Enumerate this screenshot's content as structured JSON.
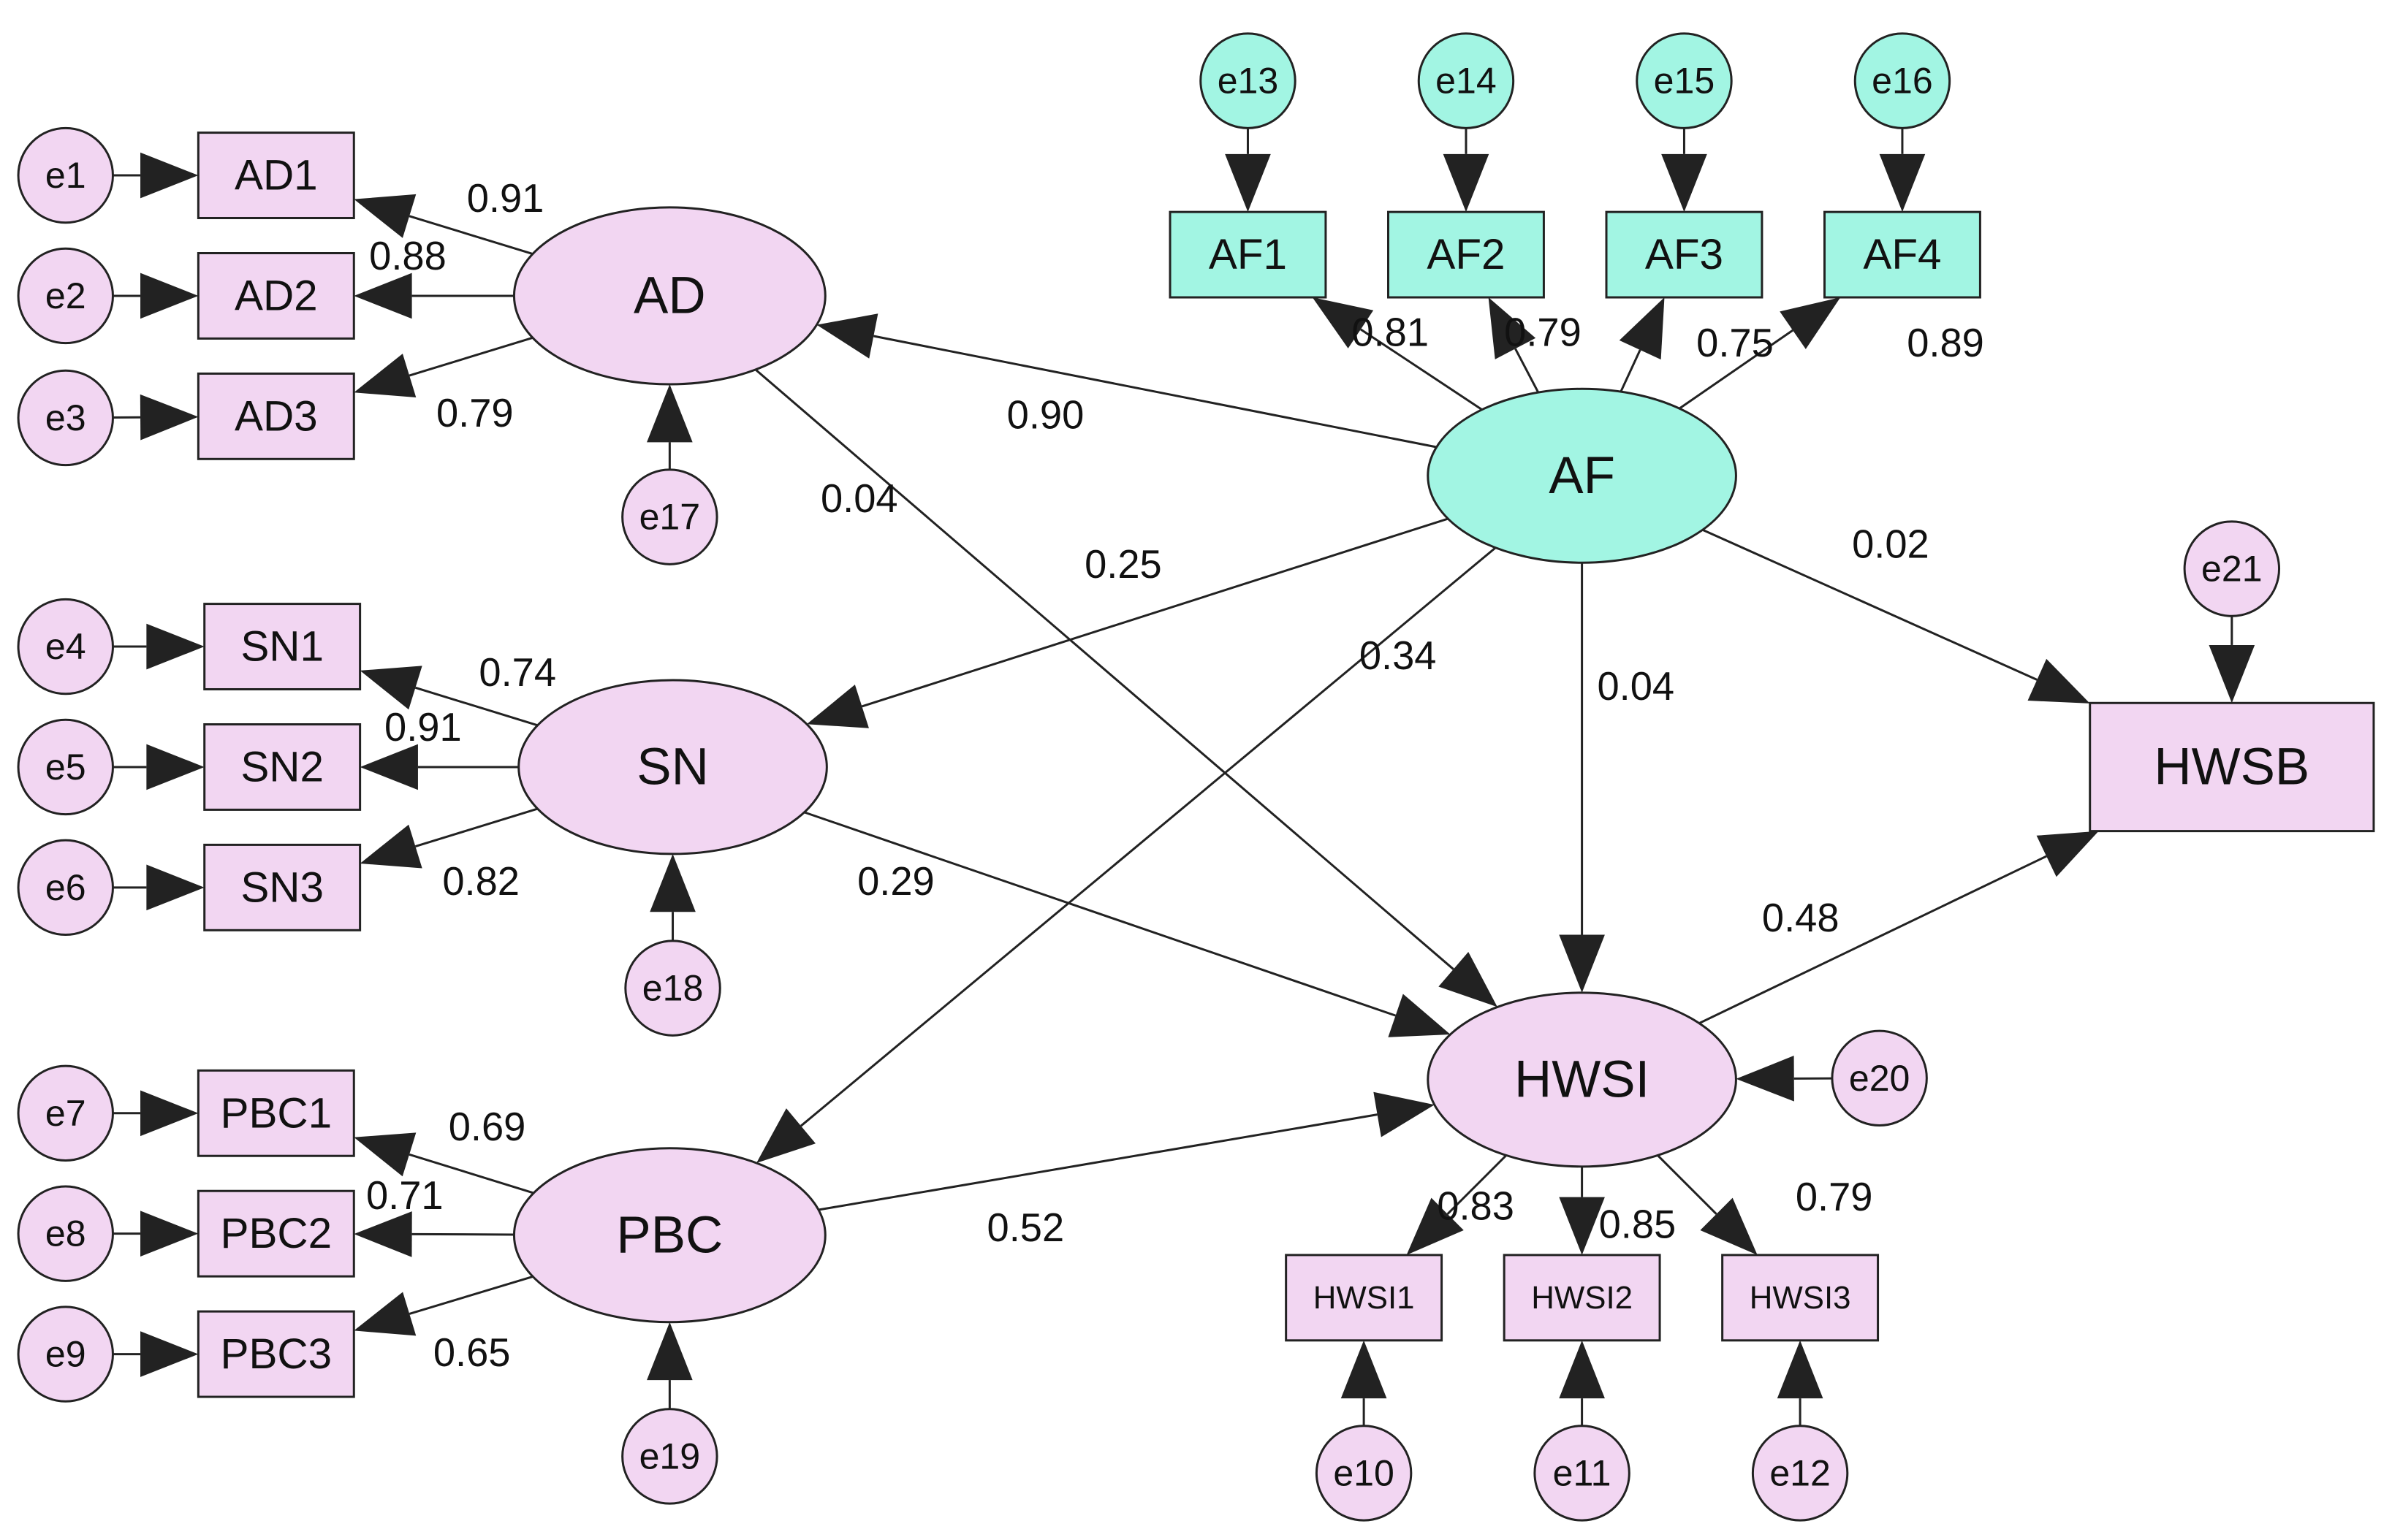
{
  "colors": {
    "pink_fill": "#F2D6F2",
    "teal_fill": "#A2F5E3",
    "stroke": "#222222",
    "text": "#111111"
  },
  "nodes": [
    {
      "id": "AD",
      "label": "AD",
      "kind": "latent",
      "fill": "pink"
    },
    {
      "id": "SN",
      "label": "SN",
      "kind": "latent",
      "fill": "pink"
    },
    {
      "id": "PBC",
      "label": "PBC",
      "kind": "latent",
      "fill": "pink"
    },
    {
      "id": "AF",
      "label": "AF",
      "kind": "latent",
      "fill": "teal"
    },
    {
      "id": "HWSI",
      "label": "HWSI",
      "kind": "latent",
      "fill": "pink"
    },
    {
      "id": "HWSB",
      "label": "HWSB",
      "kind": "observed",
      "fill": "pink"
    },
    {
      "id": "AD1",
      "label": "AD1",
      "kind": "observed",
      "fill": "pink"
    },
    {
      "id": "AD2",
      "label": "AD2",
      "kind": "observed",
      "fill": "pink"
    },
    {
      "id": "AD3",
      "label": "AD3",
      "kind": "observed",
      "fill": "pink"
    },
    {
      "id": "SN1",
      "label": "SN1",
      "kind": "observed",
      "fill": "pink"
    },
    {
      "id": "SN2",
      "label": "SN2",
      "kind": "observed",
      "fill": "pink"
    },
    {
      "id": "SN3",
      "label": "SN3",
      "kind": "observed",
      "fill": "pink"
    },
    {
      "id": "PBC1",
      "label": "PBC1",
      "kind": "observed",
      "fill": "pink"
    },
    {
      "id": "PBC2",
      "label": "PBC2",
      "kind": "observed",
      "fill": "pink"
    },
    {
      "id": "PBC3",
      "label": "PBC3",
      "kind": "observed",
      "fill": "pink"
    },
    {
      "id": "AF1",
      "label": "AF1",
      "kind": "observed",
      "fill": "teal"
    },
    {
      "id": "AF2",
      "label": "AF2",
      "kind": "observed",
      "fill": "teal"
    },
    {
      "id": "AF3",
      "label": "AF3",
      "kind": "observed",
      "fill": "teal"
    },
    {
      "id": "AF4",
      "label": "AF4",
      "kind": "observed",
      "fill": "teal"
    },
    {
      "id": "HWSI1",
      "label": "HWSI1",
      "kind": "observed",
      "fill": "pink"
    },
    {
      "id": "HWSI2",
      "label": "HWSI2",
      "kind": "observed",
      "fill": "pink"
    },
    {
      "id": "HWSI3",
      "label": "HWSI3",
      "kind": "observed",
      "fill": "pink"
    },
    {
      "id": "e1",
      "label": "e1",
      "kind": "error",
      "fill": "pink"
    },
    {
      "id": "e2",
      "label": "e2",
      "kind": "error",
      "fill": "pink"
    },
    {
      "id": "e3",
      "label": "e3",
      "kind": "error",
      "fill": "pink"
    },
    {
      "id": "e4",
      "label": "e4",
      "kind": "error",
      "fill": "pink"
    },
    {
      "id": "e5",
      "label": "e5",
      "kind": "error",
      "fill": "pink"
    },
    {
      "id": "e6",
      "label": "e6",
      "kind": "error",
      "fill": "pink"
    },
    {
      "id": "e7",
      "label": "e7",
      "kind": "error",
      "fill": "pink"
    },
    {
      "id": "e8",
      "label": "e8",
      "kind": "error",
      "fill": "pink"
    },
    {
      "id": "e9",
      "label": "e9",
      "kind": "error",
      "fill": "pink"
    },
    {
      "id": "e10",
      "label": "e10",
      "kind": "error",
      "fill": "pink"
    },
    {
      "id": "e11",
      "label": "e11",
      "kind": "error",
      "fill": "pink"
    },
    {
      "id": "e12",
      "label": "e12",
      "kind": "error",
      "fill": "pink"
    },
    {
      "id": "e13",
      "label": "e13",
      "kind": "error",
      "fill": "teal"
    },
    {
      "id": "e14",
      "label": "e14",
      "kind": "error",
      "fill": "teal"
    },
    {
      "id": "e15",
      "label": "e15",
      "kind": "error",
      "fill": "teal"
    },
    {
      "id": "e16",
      "label": "e16",
      "kind": "error",
      "fill": "teal"
    },
    {
      "id": "e17",
      "label": "e17",
      "kind": "error",
      "fill": "pink"
    },
    {
      "id": "e18",
      "label": "e18",
      "kind": "error",
      "fill": "pink"
    },
    {
      "id": "e19",
      "label": "e19",
      "kind": "error",
      "fill": "pink"
    },
    {
      "id": "e20",
      "label": "e20",
      "kind": "error",
      "fill": "pink"
    },
    {
      "id": "e21",
      "label": "e21",
      "kind": "error",
      "fill": "pink"
    }
  ],
  "edges": [
    {
      "from": "e1",
      "to": "AD1",
      "label": ""
    },
    {
      "from": "e2",
      "to": "AD2",
      "label": ""
    },
    {
      "from": "e3",
      "to": "AD3",
      "label": ""
    },
    {
      "from": "e4",
      "to": "SN1",
      "label": ""
    },
    {
      "from": "e5",
      "to": "SN2",
      "label": ""
    },
    {
      "from": "e6",
      "to": "SN3",
      "label": ""
    },
    {
      "from": "e7",
      "to": "PBC1",
      "label": ""
    },
    {
      "from": "e8",
      "to": "PBC2",
      "label": ""
    },
    {
      "from": "e9",
      "to": "PBC3",
      "label": ""
    },
    {
      "from": "e13",
      "to": "AF1",
      "label": ""
    },
    {
      "from": "e14",
      "to": "AF2",
      "label": ""
    },
    {
      "from": "e15",
      "to": "AF3",
      "label": ""
    },
    {
      "from": "e16",
      "to": "AF4",
      "label": ""
    },
    {
      "from": "e17",
      "to": "AD",
      "label": ""
    },
    {
      "from": "e18",
      "to": "SN",
      "label": ""
    },
    {
      "from": "e19",
      "to": "PBC",
      "label": ""
    },
    {
      "from": "e20",
      "to": "HWSI",
      "label": ""
    },
    {
      "from": "e21",
      "to": "HWSB",
      "label": ""
    },
    {
      "from": "e10",
      "to": "HWSI1",
      "label": ""
    },
    {
      "from": "e11",
      "to": "HWSI2",
      "label": ""
    },
    {
      "from": "e12",
      "to": "HWSI3",
      "label": ""
    },
    {
      "from": "AD",
      "to": "AD1",
      "label": "0.91"
    },
    {
      "from": "AD",
      "to": "AD2",
      "label": "0.88"
    },
    {
      "from": "AD",
      "to": "AD3",
      "label": "0.79"
    },
    {
      "from": "SN",
      "to": "SN1",
      "label": "0.74"
    },
    {
      "from": "SN",
      "to": "SN2",
      "label": "0.91"
    },
    {
      "from": "SN",
      "to": "SN3",
      "label": "0.82"
    },
    {
      "from": "PBC",
      "to": "PBC1",
      "label": "0.69"
    },
    {
      "from": "PBC",
      "to": "PBC2",
      "label": "0.71"
    },
    {
      "from": "PBC",
      "to": "PBC3",
      "label": "0.65"
    },
    {
      "from": "AF",
      "to": "AF1",
      "label": "0.81"
    },
    {
      "from": "AF",
      "to": "AF2",
      "label": "0.79"
    },
    {
      "from": "AF",
      "to": "AF3",
      "label": "0.75"
    },
    {
      "from": "AF",
      "to": "AF4",
      "label": "0.89"
    },
    {
      "from": "AF",
      "to": "AD",
      "label": "0.90"
    },
    {
      "from": "AF",
      "to": "SN",
      "label": "0.25"
    },
    {
      "from": "AF",
      "to": "PBC",
      "label": "0.34"
    },
    {
      "from": "AF",
      "to": "HWSI",
      "label": "0.04"
    },
    {
      "from": "AF",
      "to": "HWSB",
      "label": "0.02"
    },
    {
      "from": "AD",
      "to": "HWSI",
      "label": "0.04"
    },
    {
      "from": "SN",
      "to": "HWSI",
      "label": "0.29"
    },
    {
      "from": "PBC",
      "to": "HWSI",
      "label": "0.52"
    },
    {
      "from": "HWSI",
      "to": "HWSB",
      "label": "0.48"
    },
    {
      "from": "HWSI",
      "to": "HWSI1",
      "label": "0.83"
    },
    {
      "from": "HWSI",
      "to": "HWSI2",
      "label": "0.85"
    },
    {
      "from": "HWSI",
      "to": "HWSI3",
      "label": "0.79"
    }
  ]
}
